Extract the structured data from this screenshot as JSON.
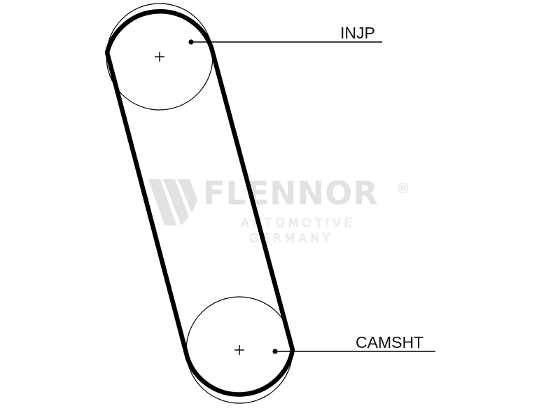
{
  "labels": {
    "top_pulley": "INJP",
    "bottom_pulley": "CAMSHT"
  },
  "watermark": {
    "brand": "FLENNOR",
    "registered_mark": "®",
    "line1": "AUTOMOTIVE",
    "line2": "GERMANY"
  },
  "colors": {
    "line": "#000000",
    "watermark": "#e2e2e2"
  }
}
